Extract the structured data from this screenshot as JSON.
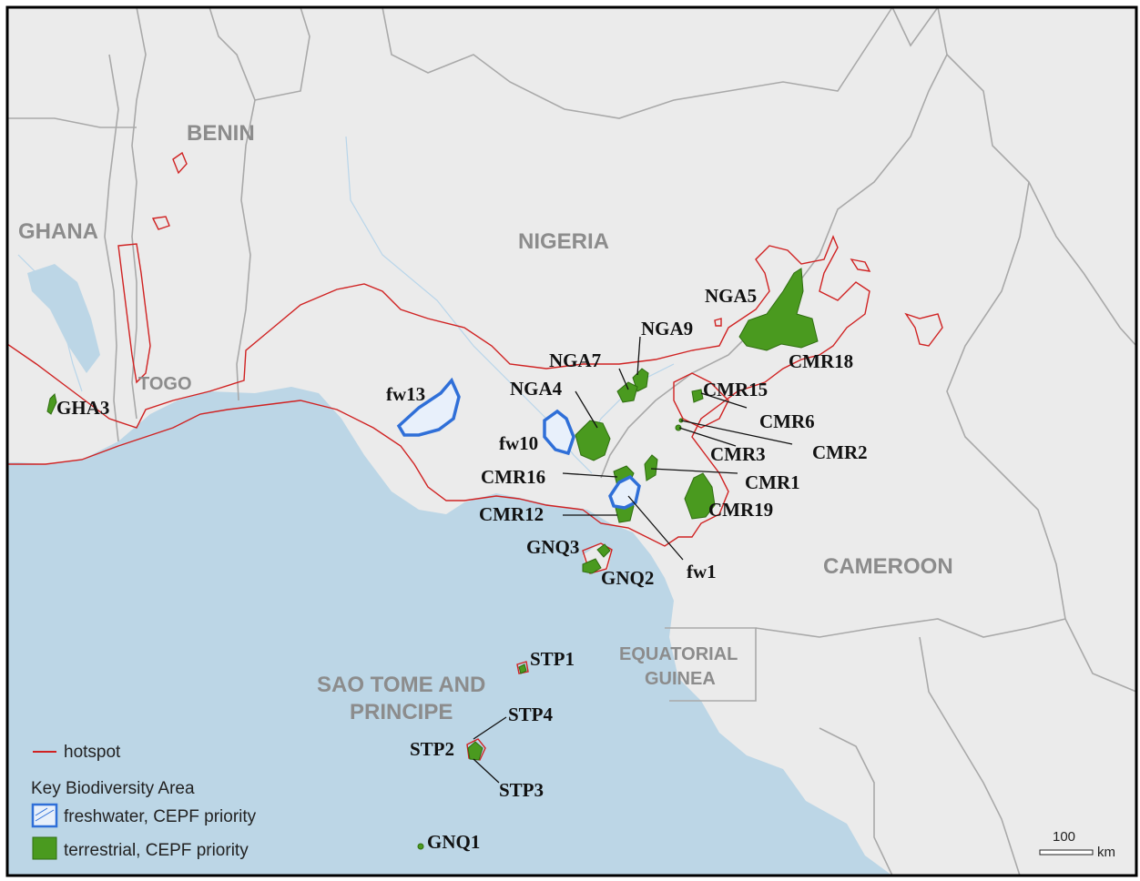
{
  "countries": {
    "benin": "BENIN",
    "ghana": "GHANA",
    "togo": "TOGO",
    "nigeria": "NIGERIA",
    "cameroon": "CAMEROON",
    "eq_guinea_1": "EQUATORIAL",
    "eq_guinea_2": "GUINEA",
    "stp_1": "SAO TOME AND",
    "stp_2": "PRINCIPE"
  },
  "kba_labels": {
    "GHA3": "GHA3",
    "fw13": "fw13",
    "fw10": "fw10",
    "NGA4": "NGA4",
    "NGA7": "NGA7",
    "NGA9": "NGA9",
    "NGA5": "NGA5",
    "CMR18": "CMR18",
    "CMR15": "CMR15",
    "CMR6": "CMR6",
    "CMR2": "CMR2",
    "CMR3": "CMR3",
    "CMR1": "CMR1",
    "CMR16": "CMR16",
    "CMR19": "CMR19",
    "CMR12": "CMR12",
    "GNQ3": "GNQ3",
    "GNQ2": "GNQ2",
    "fw1": "fw1",
    "STP1": "STP1",
    "STP4": "STP4",
    "STP2": "STP2",
    "STP3": "STP3",
    "GNQ1": "GNQ1"
  },
  "legend": {
    "hotspot": "hotspot",
    "kba_title": "Key Biodiversity Area",
    "freshwater": "freshwater, CEPF priority",
    "terrestrial": "terrestrial, CEPF priority"
  },
  "scale": {
    "value": "100",
    "unit": "km"
  },
  "colors": {
    "land": "#ebebeb",
    "sea": "#bcd6e6",
    "border": "#a9a9a9",
    "hotspot": "#d02222",
    "terrestrial_kba": "#4a9a1f",
    "freshwater_kba": "#2f6fd8"
  }
}
